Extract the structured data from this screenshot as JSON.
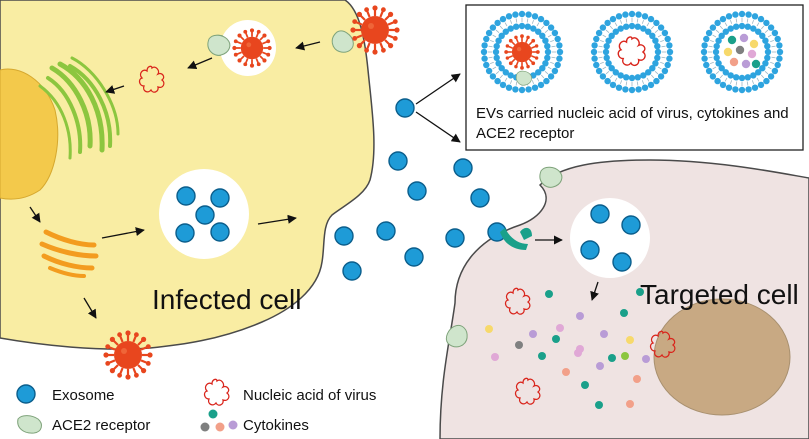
{
  "labels": {
    "infected_cell": "Infected cell",
    "targeted_cell": "Targeted cell"
  },
  "inset": {
    "caption_line1": "EVs carried nucleic acid of virus,  cytokines and",
    "caption_line2": "ACE2 receptor"
  },
  "legend": {
    "exosome": "Exosome",
    "ace2": "ACE2 receptor",
    "nucleic_acid": "Nucleic acid of virus",
    "cytokines": "Cytokines"
  },
  "colors": {
    "infected_cell": "#F9EDA3",
    "targeted_cell": "#EFE3E2",
    "exosome": "#1E9BD7",
    "virus": "#E8461E",
    "ace2": "#CFE5CC",
    "golgi": "#8CC63F",
    "mitochondria": "#F39C1F",
    "nucleus_infected": "#F3C94B",
    "nucleus_targeted": "#C8A983",
    "rna": "#D9251C",
    "receptor_bound": "#1AA08A",
    "cytokines": [
      "#E0A8D6",
      "#1AA08A",
      "#F7D96B",
      "#F2A089",
      "#7F8080",
      "#8CC63F",
      "#B99CD6"
    ]
  },
  "icons": [
    "virus-icon",
    "exosome-icon",
    "ace2-receptor-icon",
    "nucleic-acid-icon",
    "cytokine-icon",
    "golgi-icon",
    "mitochondria-icon",
    "nucleus-icon"
  ]
}
